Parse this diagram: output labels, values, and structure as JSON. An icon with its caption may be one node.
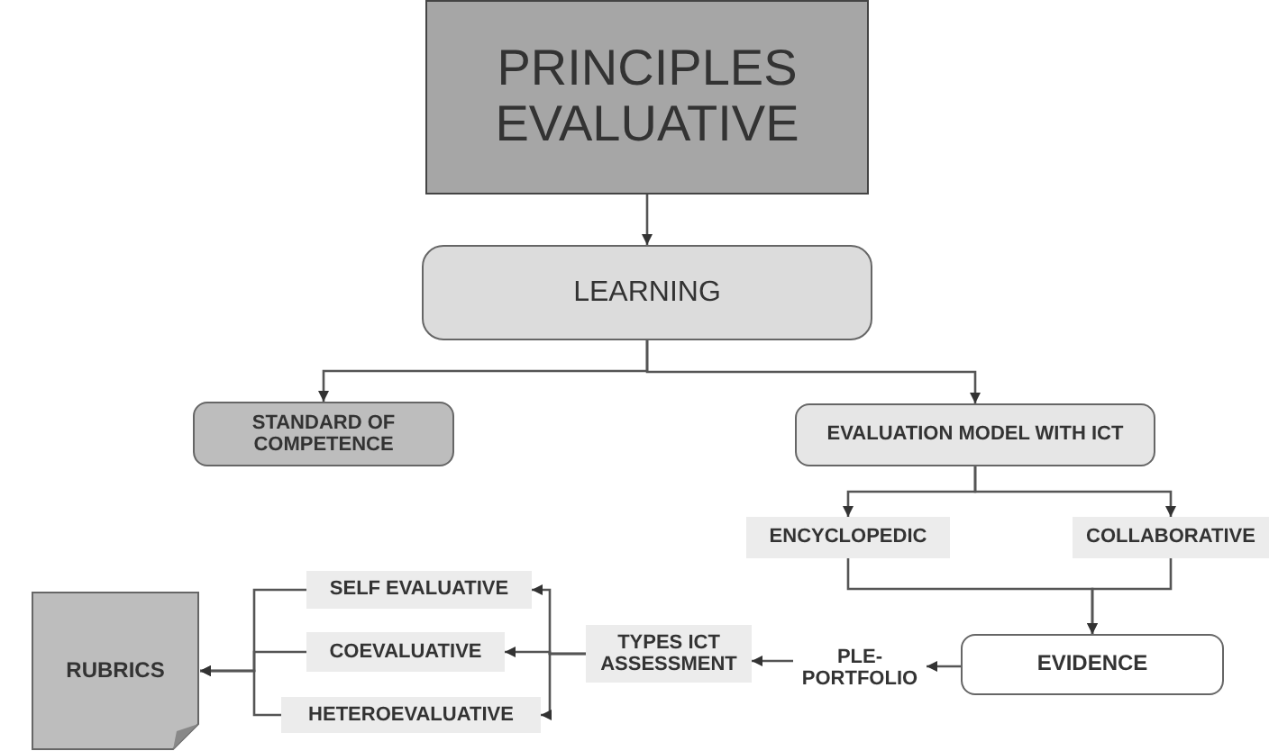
{
  "diagram": {
    "nodes": [
      {
        "text": [
          "PRINCIPLES EVALUATIVE"
        ]
      },
      {
        "text": [
          "LEARNING"
        ]
      },
      {
        "text": [
          "STANDARD OF COMPETENCE"
        ]
      },
      {
        "text": [
          "EVALUATION MODEL WITH ICT"
        ]
      },
      {
        "text": [
          "ENCYCLOPEDIC"
        ]
      },
      {
        "text": [
          "COLLABORATIVE"
        ]
      },
      {
        "text": [
          "EVIDENCE"
        ]
      },
      {
        "text": [
          "PLE-PORTFOLIO"
        ]
      },
      {
        "text": [
          "TYPES ICT ASSESSMENT"
        ]
      },
      {
        "text": [
          "SELF EVALUATIVE"
        ]
      },
      {
        "text": [
          "COEVALUATIVE"
        ]
      },
      {
        "text": [
          "HETEROEVALUATIVE"
        ]
      },
      {
        "text": [
          "RUBRICS"
        ]
      }
    ],
    "edges": [
      {
        "from": 0,
        "to": 1,
        "arrow": "to"
      },
      {
        "from": 1,
        "to": 2,
        "arrow": "to"
      },
      {
        "from": 1,
        "to": 3,
        "arrow": "to"
      },
      {
        "from": 3,
        "to": 4,
        "arrow": "to"
      },
      {
        "from": 3,
        "to": 5,
        "arrow": "to"
      },
      {
        "from": 4,
        "to": 6,
        "arrow": "to"
      },
      {
        "from": 5,
        "to": 6,
        "arrow": "to"
      },
      {
        "from": 6,
        "to": 7,
        "arrow": "to"
      },
      {
        "from": 7,
        "to": 8,
        "arrow": "to"
      },
      {
        "from": 8,
        "to": 9,
        "arrow": "to"
      },
      {
        "from": 8,
        "to": 10,
        "arrow": "to"
      },
      {
        "from": 8,
        "to": 11,
        "arrow": "to"
      },
      {
        "from": 9,
        "to": 12,
        "arrow": "to"
      },
      {
        "from": 10,
        "to": 12,
        "arrow": "to"
      },
      {
        "from": 11,
        "to": 12,
        "arrow": "to"
      }
    ]
  }
}
